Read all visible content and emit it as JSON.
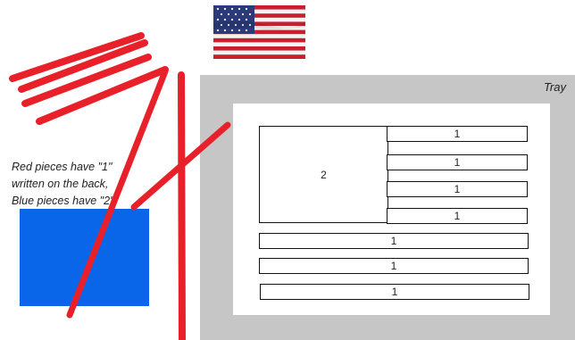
{
  "tray": {
    "label": "Tray"
  },
  "note": {
    "line1": "Red pieces have \"1\"",
    "line2": "written on the back,",
    "line3": "Blue pieces have \"2\""
  },
  "pieces": {
    "large": "2",
    "bar1": "1",
    "bar2": "1",
    "bar3": "1",
    "bar4": "1",
    "bar5": "1",
    "bar6": "1",
    "bar7": "1"
  },
  "colors": {
    "blue_piece": "#0a66e8",
    "marker": "#e8202a",
    "tray": "#c6c6c6"
  },
  "flag_icon": "us-flag-icon"
}
